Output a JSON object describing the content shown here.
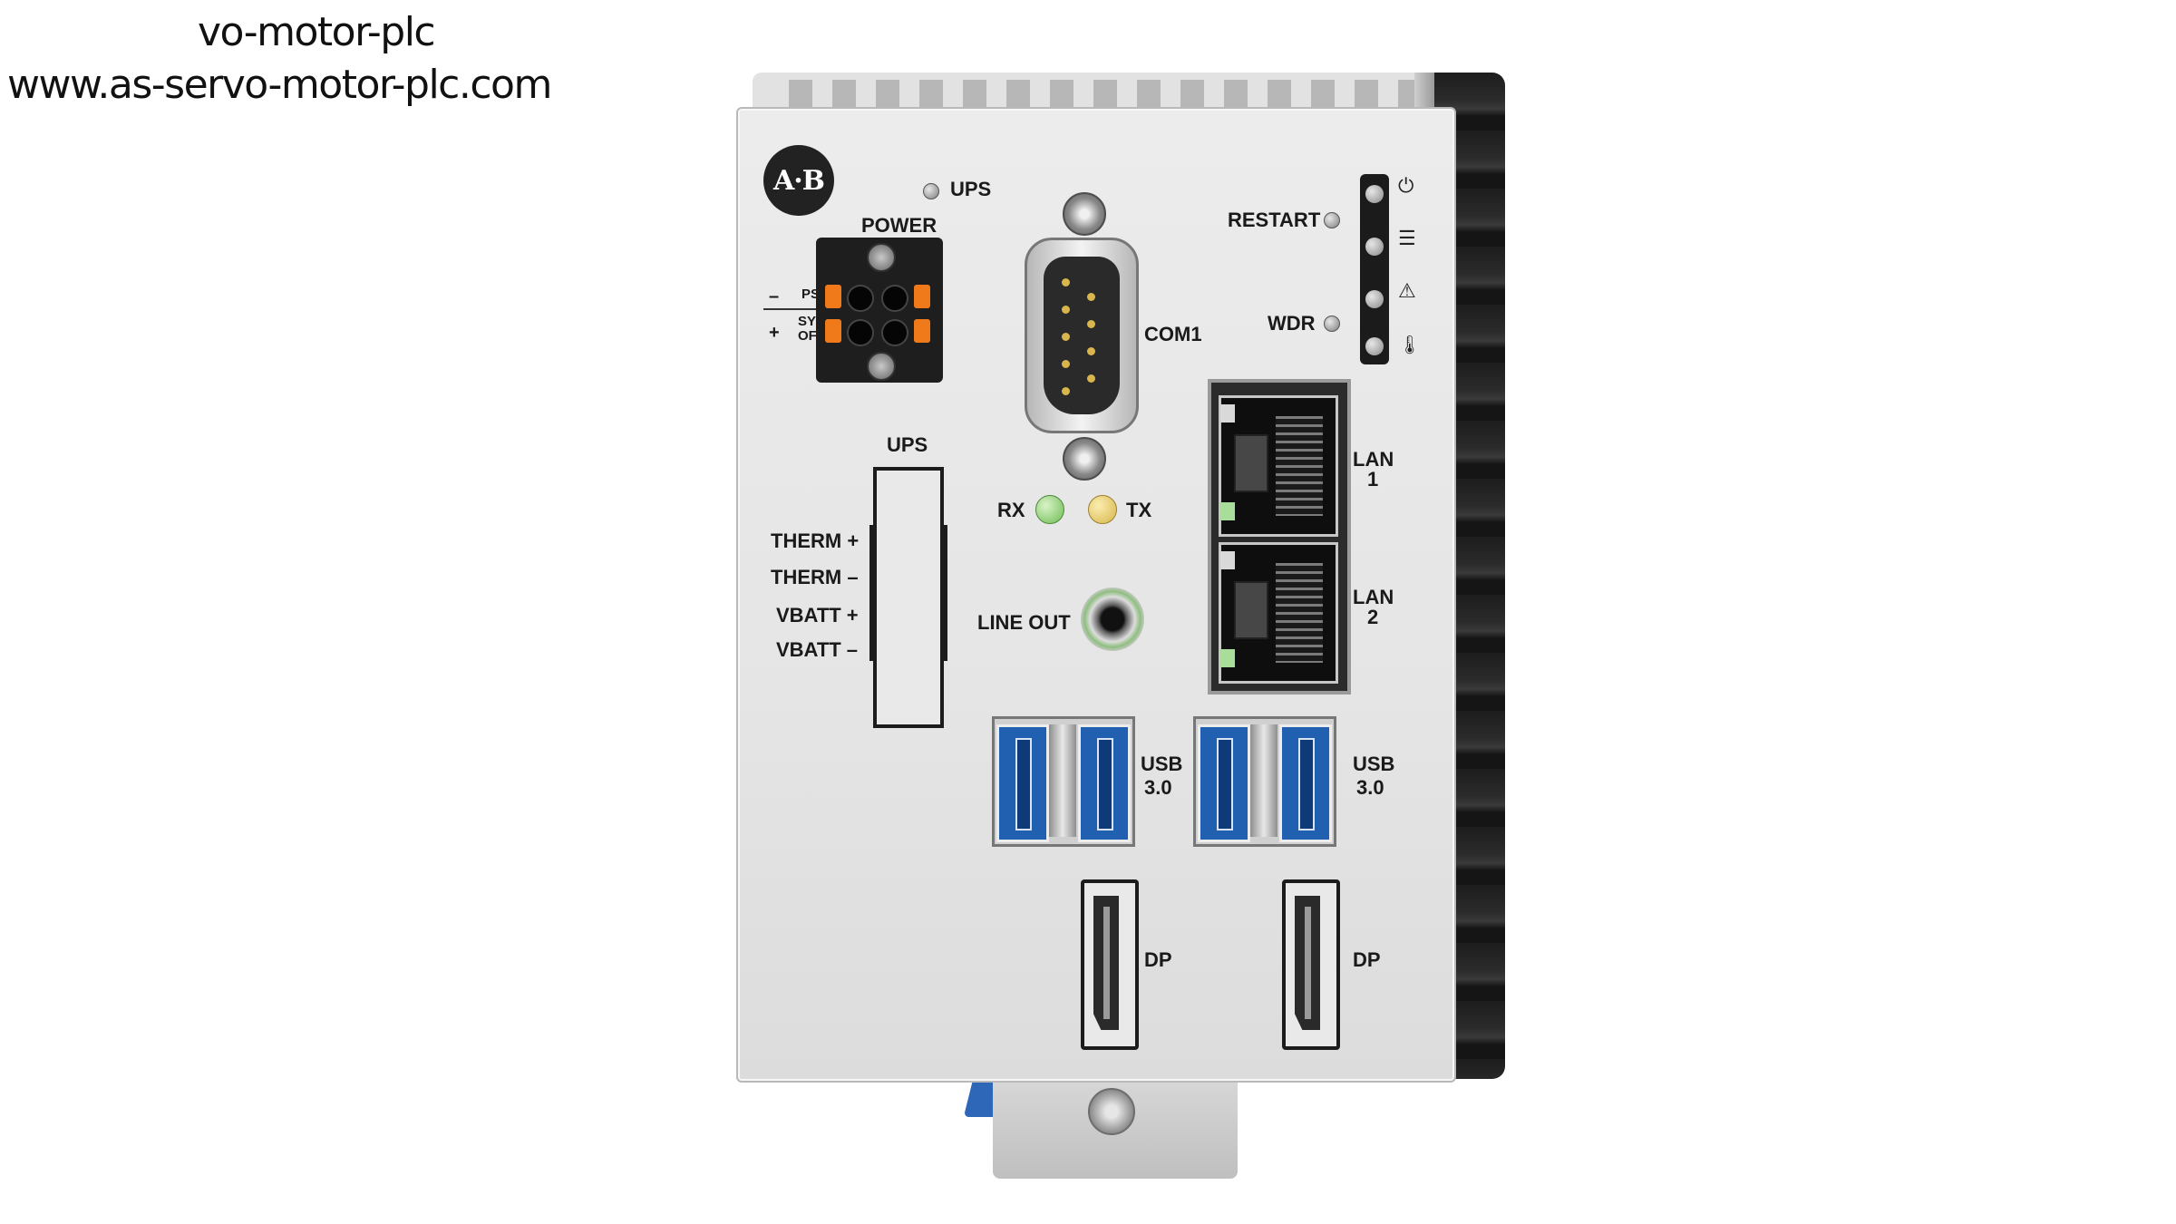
{
  "watermark": {
    "line1": "vo-motor-plc",
    "line2": "www.as-servo-motor-plc.com"
  },
  "device": {
    "logo": "A·B",
    "labels": {
      "ups_led": "UPS",
      "power": "POWER",
      "ps_minus": "–",
      "ps": "PS",
      "sys_plus": "+",
      "sys": "SYS",
      "off": "OFF",
      "com1": "COM1",
      "restart": "RESTART",
      "wdr": "WDR",
      "ups_header": "UPS",
      "therm_plus": "THERM +",
      "therm_minus": "THERM –",
      "vbatt_plus": "VBATT +",
      "vbatt_minus": "VBATT –",
      "rx": "RX",
      "tx": "TX",
      "line_out": "LINE OUT",
      "lan1_a": "LAN",
      "lan1_b": "1",
      "lan2_a": "LAN",
      "lan2_b": "2",
      "usb_left_a": "USB",
      "usb_left_b": "3.0",
      "usb_right_a": "USB",
      "usb_right_b": "3.0",
      "dp_left": "DP",
      "dp_right": "DP"
    },
    "status_icons": [
      "power-icon",
      "database-icon",
      "warning-icon",
      "thermometer-icon"
    ],
    "status_glyphs": [
      "⏻",
      "☰",
      "⚠",
      "🌡"
    ]
  }
}
